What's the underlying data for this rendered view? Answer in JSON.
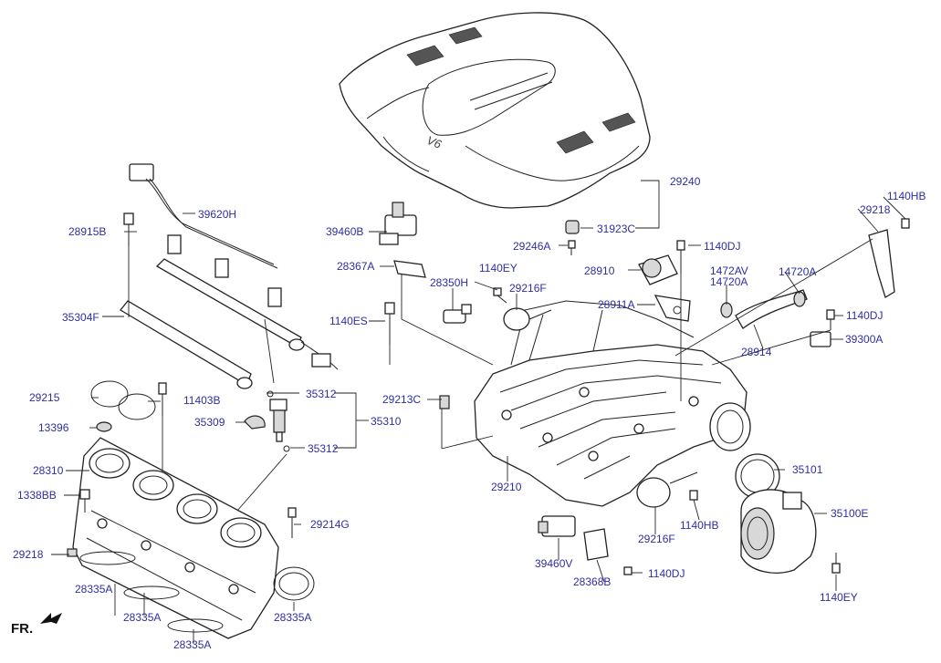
{
  "orientation_label": "FR.",
  "engine_cover_mark": "V6",
  "callouts": [
    {
      "name": "callout-29240",
      "text": "29240"
    },
    {
      "name": "callout-31923c",
      "text": "31923C"
    },
    {
      "name": "callout-29246a",
      "text": "29246A"
    },
    {
      "name": "callout-1140dj-top",
      "text": "1140DJ"
    },
    {
      "name": "callout-39460b",
      "text": "39460B"
    },
    {
      "name": "callout-28367a",
      "text": "28367A"
    },
    {
      "name": "callout-28910",
      "text": "28910"
    },
    {
      "name": "callout-1140ey-mid",
      "text": "1140EY"
    },
    {
      "name": "callout-28350h",
      "text": "28350H"
    },
    {
      "name": "callout-29216f-top",
      "text": "29216F"
    },
    {
      "name": "callout-28911a",
      "text": "28911A"
    },
    {
      "name": "callout-1472av",
      "text": "1472AV"
    },
    {
      "name": "callout-14720a-left",
      "text": "14720A"
    },
    {
      "name": "callout-14720a-right",
      "text": "14720A"
    },
    {
      "name": "callout-29218-right",
      "text": "29218"
    },
    {
      "name": "callout-1140hb-top",
      "text": "1140HB"
    },
    {
      "name": "callout-1140es",
      "text": "1140ES"
    },
    {
      "name": "callout-28914",
      "text": "28914"
    },
    {
      "name": "callout-1140dj-right",
      "text": "1140DJ"
    },
    {
      "name": "callout-39300a",
      "text": "39300A"
    },
    {
      "name": "callout-28915b",
      "text": "28915B"
    },
    {
      "name": "callout-39620h",
      "text": "39620H"
    },
    {
      "name": "callout-35304f",
      "text": "35304F"
    },
    {
      "name": "callout-29215",
      "text": "29215"
    },
    {
      "name": "callout-11403b",
      "text": "11403B"
    },
    {
      "name": "callout-13396",
      "text": "13396"
    },
    {
      "name": "callout-35312-top",
      "text": "35312"
    },
    {
      "name": "callout-35309",
      "text": "35309"
    },
    {
      "name": "callout-35310",
      "text": "35310"
    },
    {
      "name": "callout-35312-bottom",
      "text": "35312"
    },
    {
      "name": "callout-29213c",
      "text": "29213C"
    },
    {
      "name": "callout-28310",
      "text": "28310"
    },
    {
      "name": "callout-1338bb",
      "text": "1338BB"
    },
    {
      "name": "callout-29210",
      "text": "29210"
    },
    {
      "name": "callout-29214g",
      "text": "29214G"
    },
    {
      "name": "callout-29218-left",
      "text": "29218"
    },
    {
      "name": "callout-35101",
      "text": "35101"
    },
    {
      "name": "callout-1140hb-bottom",
      "text": "1140HB"
    },
    {
      "name": "callout-35100e",
      "text": "35100E"
    },
    {
      "name": "callout-29216f-bottom",
      "text": "29216F"
    },
    {
      "name": "callout-39460v",
      "text": "39460V"
    },
    {
      "name": "callout-28368b",
      "text": "28368B"
    },
    {
      "name": "callout-1140dj-bottom",
      "text": "1140DJ"
    },
    {
      "name": "callout-28335a-1",
      "text": "28335A"
    },
    {
      "name": "callout-28335a-2",
      "text": "28335A"
    },
    {
      "name": "callout-28335a-3",
      "text": "28335A"
    },
    {
      "name": "callout-28335a-4",
      "text": "28335A"
    },
    {
      "name": "callout-1140ey-bottom",
      "text": "1140EY"
    }
  ]
}
